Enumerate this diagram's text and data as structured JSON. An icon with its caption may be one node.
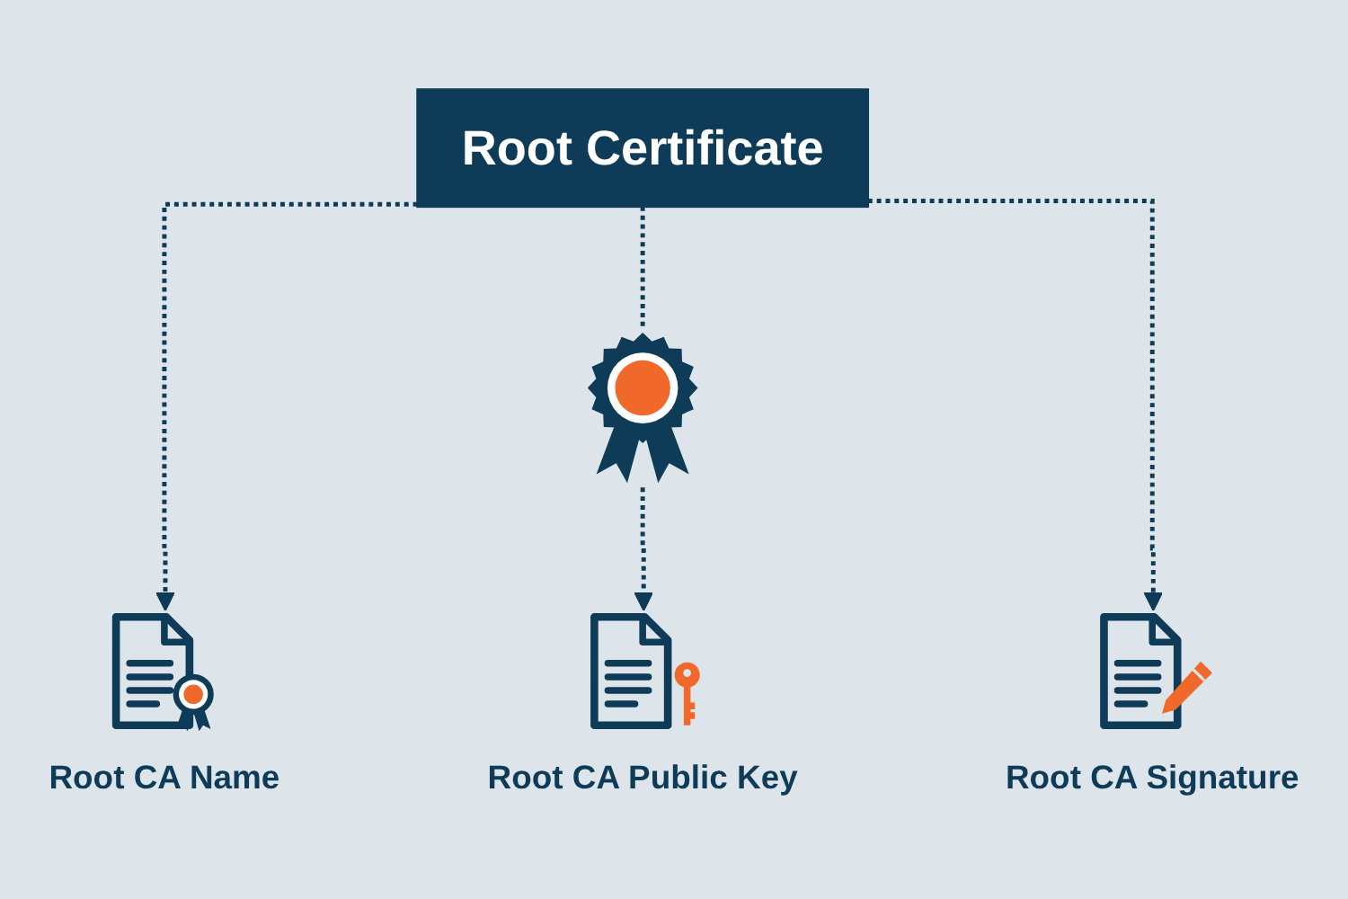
{
  "diagram": {
    "nodes": [
      {
        "text": [
          "Root Certificate"
        ]
      },
      {
        "text": [],
        "shape": "picture"
      },
      {
        "text": [
          "Root CA Name"
        ]
      },
      {
        "text": [
          "Root CA Public Key"
        ]
      },
      {
        "text": [
          "Root CA Signature"
        ]
      }
    ],
    "edges": [
      {
        "from": 0,
        "to": 2,
        "arrow": "to",
        "style": "dashed"
      },
      {
        "from": 0,
        "to": 1,
        "arrow": "none",
        "style": "dashed"
      },
      {
        "from": 1,
        "to": 3,
        "arrow": "to",
        "style": "dashed"
      },
      {
        "from": 0,
        "to": 4,
        "arrow": "to",
        "style": "dashed"
      }
    ]
  }
}
